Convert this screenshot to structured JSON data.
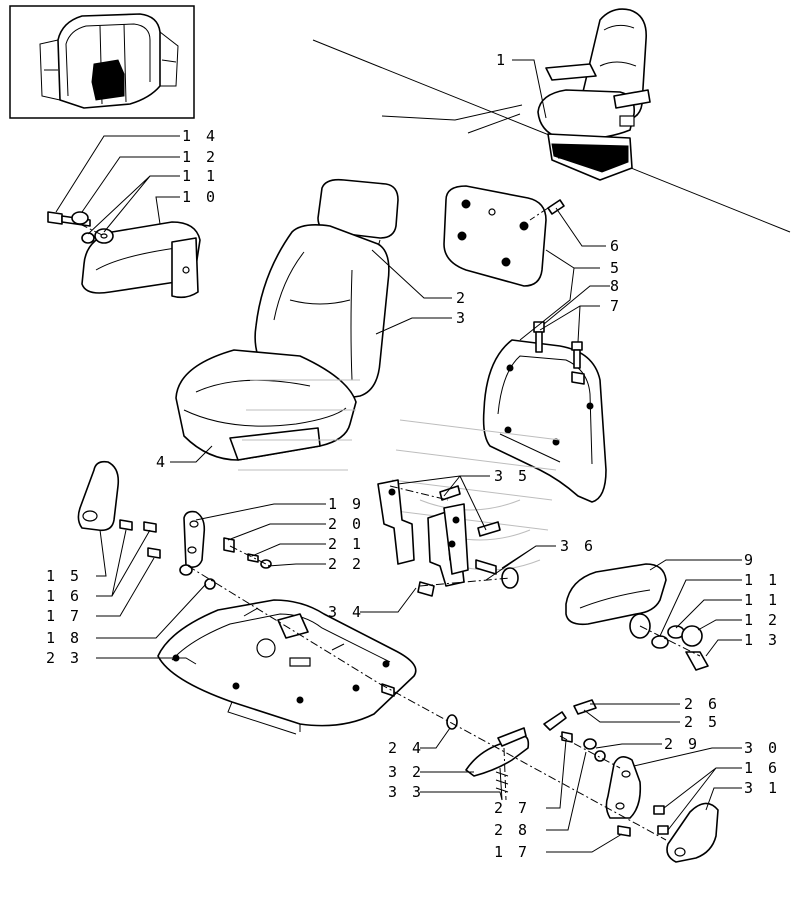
{
  "diagram": {
    "callouts": [
      {
        "id": "c1",
        "text": "1"
      },
      {
        "id": "c14",
        "text": "1 4"
      },
      {
        "id": "c12a",
        "text": "1 2"
      },
      {
        "id": "c11a",
        "text": "1 1"
      },
      {
        "id": "c10",
        "text": "1 0"
      },
      {
        "id": "c2",
        "text": "2"
      },
      {
        "id": "c3",
        "text": "3"
      },
      {
        "id": "c4",
        "text": "4"
      },
      {
        "id": "c6",
        "text": "6"
      },
      {
        "id": "c5",
        "text": "5"
      },
      {
        "id": "c8",
        "text": "8"
      },
      {
        "id": "c7",
        "text": "7"
      },
      {
        "id": "c35",
        "text": "3 5"
      },
      {
        "id": "c19",
        "text": "1 9"
      },
      {
        "id": "c20",
        "text": "2 0"
      },
      {
        "id": "c21",
        "text": "2 1"
      },
      {
        "id": "c22",
        "text": "2 2"
      },
      {
        "id": "c36",
        "text": "3 6"
      },
      {
        "id": "c15",
        "text": "1 5"
      },
      {
        "id": "c16a",
        "text": "1 6"
      },
      {
        "id": "c17a",
        "text": "1 7"
      },
      {
        "id": "c18",
        "text": "1 8"
      },
      {
        "id": "c23",
        "text": "2 3"
      },
      {
        "id": "c34",
        "text": "3 4"
      },
      {
        "id": "c9",
        "text": "9"
      },
      {
        "id": "c11b",
        "text": "1 1"
      },
      {
        "id": "c11c",
        "text": "1 1"
      },
      {
        "id": "c12b",
        "text": "1 2"
      },
      {
        "id": "c13",
        "text": "1 3"
      },
      {
        "id": "c26",
        "text": "2 6"
      },
      {
        "id": "c25",
        "text": "2 5"
      },
      {
        "id": "c29",
        "text": "2 9"
      },
      {
        "id": "c30",
        "text": "3 0"
      },
      {
        "id": "c16b",
        "text": "1 6"
      },
      {
        "id": "c31",
        "text": "3 1"
      },
      {
        "id": "c24",
        "text": "2 4"
      },
      {
        "id": "c32",
        "text": "3 2"
      },
      {
        "id": "c33",
        "text": "3 3"
      },
      {
        "id": "c27",
        "text": "2 7"
      },
      {
        "id": "c28",
        "text": "2 8"
      },
      {
        "id": "c17b",
        "text": "1 7"
      }
    ]
  }
}
